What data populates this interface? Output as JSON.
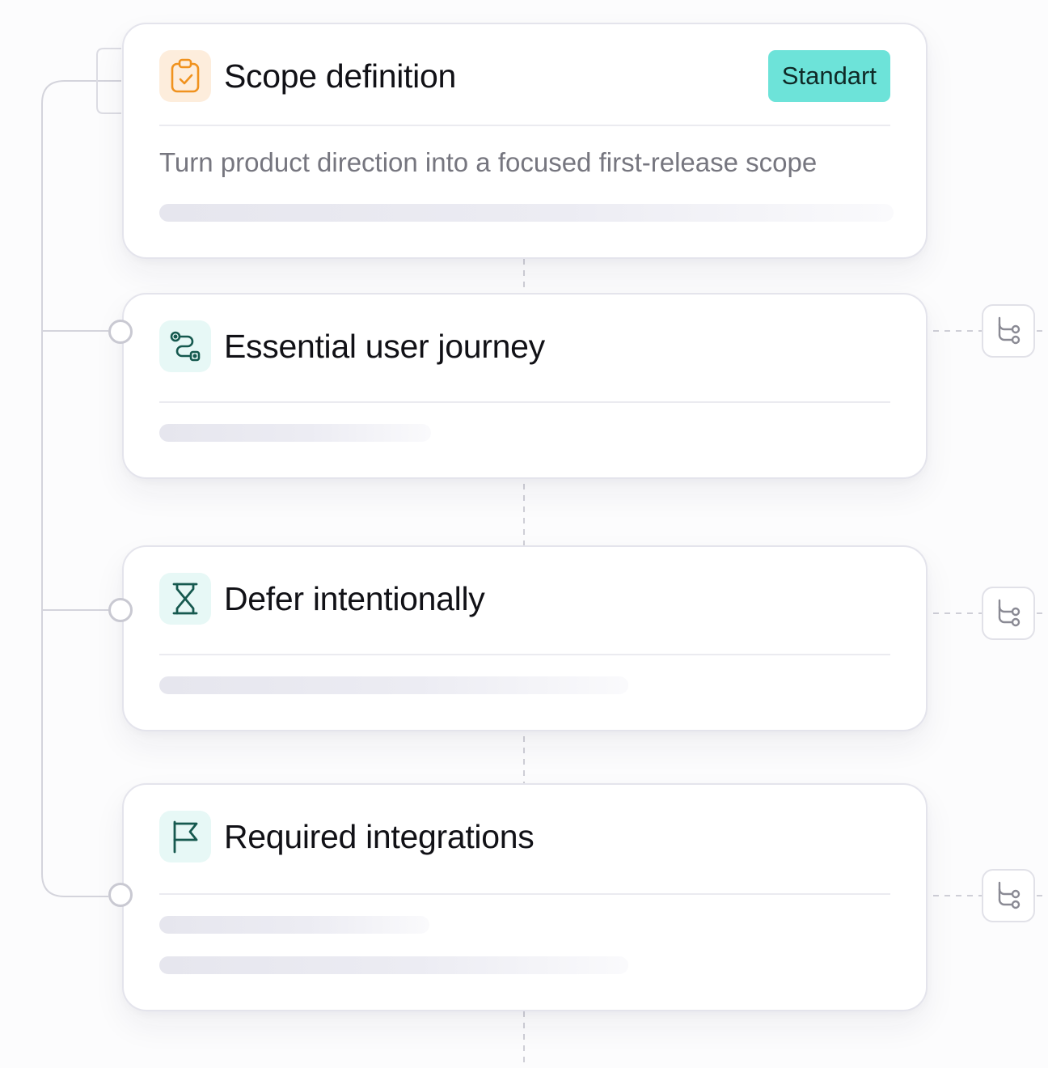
{
  "steps": [
    {
      "title": "Scope definition",
      "icon": "clipboard-check-icon",
      "badge": "Standart",
      "description": "Turn product direction into a focused first-release scope"
    },
    {
      "title": "Essential user journey",
      "icon": "route-icon"
    },
    {
      "title": "Defer intentionally",
      "icon": "hourglass-icon"
    },
    {
      "title": "Required integrations",
      "icon": "flag-icon"
    }
  ],
  "branch_action": {
    "icon": "branch-icon"
  },
  "colors": {
    "badge_bg": "#6de3d9",
    "orange_icon": "#f0921e",
    "teal_icon": "#16594f",
    "connector": "#c9c9d2"
  }
}
